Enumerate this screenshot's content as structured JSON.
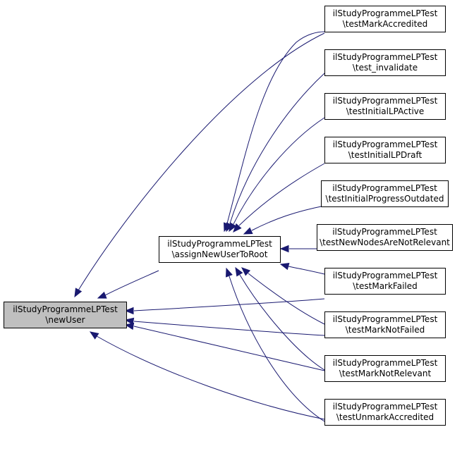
{
  "colors": {
    "edge": "#191970",
    "node_fill": "#ffffff",
    "node_fill_selected": "#bfbfbf",
    "node_border": "#000000"
  },
  "nodes": [
    {
      "id": "newUser",
      "line1": "ilStudyProgrammeLPTest",
      "line2": "\\newUser",
      "selected": true
    },
    {
      "id": "assignNewUserToRoot",
      "line1": "ilStudyProgrammeLPTest",
      "line2": "\\assignNewUserToRoot",
      "selected": false
    },
    {
      "id": "testMarkAccredited",
      "line1": "ilStudyProgrammeLPTest",
      "line2": "\\testMarkAccredited",
      "selected": false
    },
    {
      "id": "test_invalidate",
      "line1": "ilStudyProgrammeLPTest",
      "line2": "\\test_invalidate",
      "selected": false
    },
    {
      "id": "testInitialLPActive",
      "line1": "ilStudyProgrammeLPTest",
      "line2": "\\testInitialLPActive",
      "selected": false
    },
    {
      "id": "testInitialLPDraft",
      "line1": "ilStudyProgrammeLPTest",
      "line2": "\\testInitialLPDraft",
      "selected": false
    },
    {
      "id": "testInitialProgressOutdated",
      "line1": "ilStudyProgrammeLPTest",
      "line2": "\\testInitialProgressOutdated",
      "selected": false
    },
    {
      "id": "testNewNodesAreNotRelevant",
      "line1": "ilStudyProgrammeLPTest",
      "line2": "\\testNewNodesAreNotRelevant",
      "selected": false
    },
    {
      "id": "testMarkFailed",
      "line1": "ilStudyProgrammeLPTest",
      "line2": "\\testMarkFailed",
      "selected": false
    },
    {
      "id": "testMarkNotFailed",
      "line1": "ilStudyProgrammeLPTest",
      "line2": "\\testMarkNotFailed",
      "selected": false
    },
    {
      "id": "testMarkNotRelevant",
      "line1": "ilStudyProgrammeLPTest",
      "line2": "\\testMarkNotRelevant",
      "selected": false
    },
    {
      "id": "testUnmarkAccredited",
      "line1": "ilStudyProgrammeLPTest",
      "line2": "\\testUnmarkAccredited",
      "selected": false
    }
  ],
  "edges": [
    {
      "from": "assignNewUserToRoot",
      "to": "newUser"
    },
    {
      "from": "testMarkAccredited",
      "to": "newUser"
    },
    {
      "from": "testMarkFailed",
      "to": "newUser"
    },
    {
      "from": "testMarkNotFailed",
      "to": "newUser"
    },
    {
      "from": "testMarkNotRelevant",
      "to": "newUser"
    },
    {
      "from": "testUnmarkAccredited",
      "to": "newUser"
    },
    {
      "from": "testMarkAccredited",
      "to": "assignNewUserToRoot"
    },
    {
      "from": "test_invalidate",
      "to": "assignNewUserToRoot"
    },
    {
      "from": "testInitialLPActive",
      "to": "assignNewUserToRoot"
    },
    {
      "from": "testInitialLPDraft",
      "to": "assignNewUserToRoot"
    },
    {
      "from": "testInitialProgressOutdated",
      "to": "assignNewUserToRoot"
    },
    {
      "from": "testNewNodesAreNotRelevant",
      "to": "assignNewUserToRoot"
    },
    {
      "from": "testMarkFailed",
      "to": "assignNewUserToRoot"
    },
    {
      "from": "testMarkNotFailed",
      "to": "assignNewUserToRoot"
    },
    {
      "from": "testMarkNotRelevant",
      "to": "assignNewUserToRoot"
    },
    {
      "from": "testUnmarkAccredited",
      "to": "assignNewUserToRoot"
    }
  ]
}
